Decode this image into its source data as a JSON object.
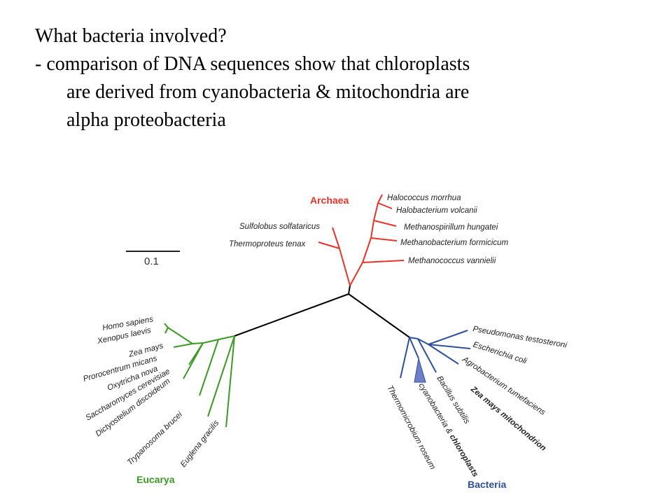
{
  "slide": {
    "heading": "What bacteria involved?",
    "line1": "- comparison of DNA sequences show that chloroplasts",
    "line2": "are derived from cyanobacteria & mitochondria are",
    "line3": "alpha proteobacteria"
  },
  "tree": {
    "scale_label": "0.1",
    "colors": {
      "archaea": "#e8342a",
      "eucarya": "#3a9a23",
      "bacteria": "#2e4f9e",
      "trunk": "#000000"
    },
    "domains": {
      "archaea": "Archaea",
      "eucarya": "Eucarya",
      "bacteria": "Bacteria"
    },
    "archaea_taxa": [
      "Halococcus morrhua",
      "Halobacterium volcanii",
      "Methanospirillum hungatei",
      "Methanobacterium formicicum",
      "Methanococcus vannielii",
      "Sulfolobus solfataricus",
      "Thermoproteus tenax"
    ],
    "eucarya_taxa": [
      "Homo sapiens",
      "Xenopus laevis",
      "Zea mays",
      "Prorocentrum micans",
      "Oxytricha nova",
      "Saccharomyces cerevisiae",
      "Dictyostelium discoideum",
      "Trypanosoma brucei",
      "Euglena gracilis"
    ],
    "bacteria_taxa": [
      "Pseudomonas testosteroni",
      "Escherichia coli",
      "Agrobacterium tumefaciens",
      "Zea mays mitochondrion",
      "Bacillus subtilis",
      "cyanobacteria & ",
      "chloroplasts",
      "Thermomicrobium roseum"
    ]
  }
}
